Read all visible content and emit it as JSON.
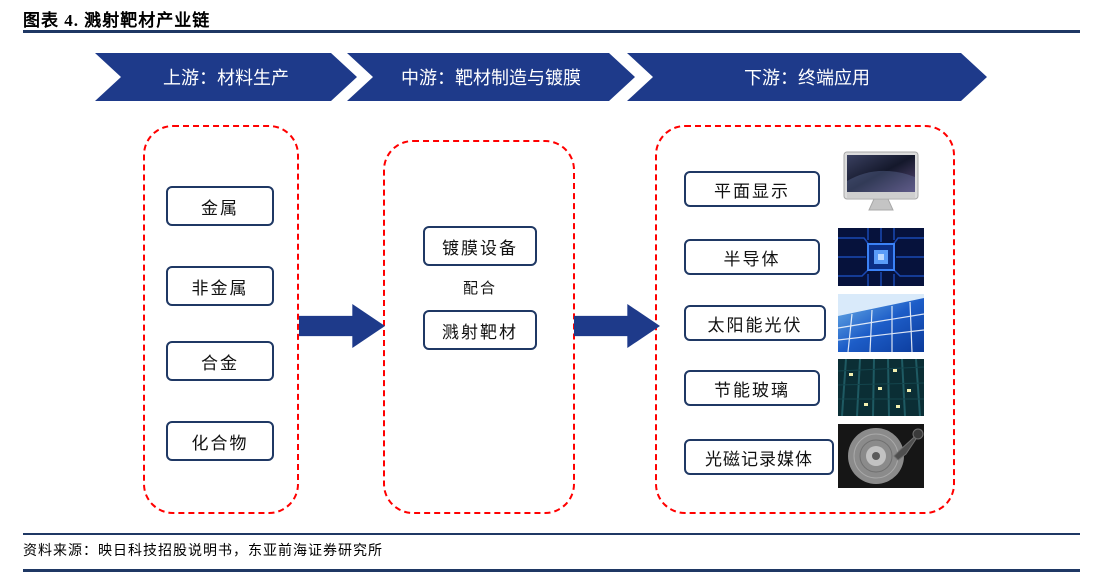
{
  "figure": {
    "title": "图表 4.  溅射靶材产业链",
    "source": "资料来源：映日科技招股说明书，东亚前海证券研究所"
  },
  "stages": [
    {
      "label": "上游：材料生产"
    },
    {
      "label": "中游：靶材制造与镀膜"
    },
    {
      "label": "下游：终端应用"
    }
  ],
  "upstream": {
    "items": [
      "金属",
      "非金属",
      "合金",
      "化合物"
    ]
  },
  "midstream": {
    "equipment": "镀膜设备",
    "connector": "配合",
    "target": "溅射靶材"
  },
  "downstream": {
    "items": [
      {
        "label": "平面显示",
        "icon": "monitor-image"
      },
      {
        "label": "半导体",
        "icon": "semiconductor-chip-image"
      },
      {
        "label": "太阳能光伏",
        "icon": "solar-panel-image"
      },
      {
        "label": "节能玻璃",
        "icon": "glass-building-image"
      },
      {
        "label": "光磁记录媒体",
        "icon": "hard-disk-image"
      }
    ]
  },
  "colors": {
    "navy_rule": "#1F3864",
    "banner_blue": "#1e3a8a",
    "arrow_blue": "#1e3a8a",
    "dashed_red": "#ff0000",
    "node_border": "#1F3864"
  }
}
